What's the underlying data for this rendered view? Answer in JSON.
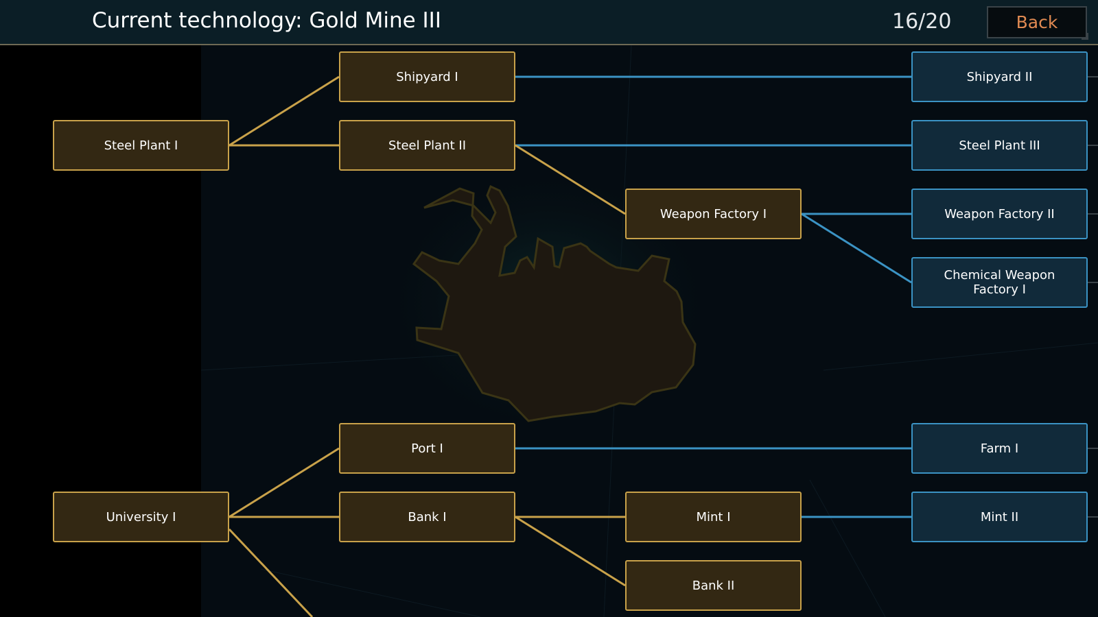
{
  "header": {
    "title": "Current technology: Gold Mine III",
    "progress": "16/20",
    "back_label": "Back"
  },
  "colors": {
    "researched_fill": "#332813",
    "researched_border": "#c9a24a",
    "available_fill": "#112a3a",
    "available_border": "#3b93c4",
    "researched_link": "#c9a24a",
    "available_link": "#3b93c4"
  },
  "tech_tree": {
    "nodes": {
      "steel_plant_1": {
        "label": "Steel Plant I",
        "status": "researched"
      },
      "shipyard_1": {
        "label": "Shipyard I",
        "status": "researched"
      },
      "steel_plant_2": {
        "label": "Steel Plant II",
        "status": "researched"
      },
      "weapon_factory_1": {
        "label": "Weapon Factory I",
        "status": "researched"
      },
      "shipyard_2": {
        "label": "Shipyard II",
        "status": "available"
      },
      "steel_plant_3": {
        "label": "Steel Plant III",
        "status": "available"
      },
      "weapon_factory_2": {
        "label": "Weapon Factory II",
        "status": "available"
      },
      "chemical_weapon_factory_1": {
        "label": "Chemical Weapon Factory I",
        "status": "available"
      },
      "university_1": {
        "label": "University I",
        "status": "researched"
      },
      "port_1": {
        "label": "Port I",
        "status": "researched"
      },
      "bank_1": {
        "label": "Bank I",
        "status": "researched"
      },
      "mint_1": {
        "label": "Mint I",
        "status": "researched"
      },
      "bank_2": {
        "label": "Bank II",
        "status": "researched"
      },
      "farm_1": {
        "label": "Farm I",
        "status": "available"
      },
      "mint_2": {
        "label": "Mint II",
        "status": "available"
      }
    }
  }
}
